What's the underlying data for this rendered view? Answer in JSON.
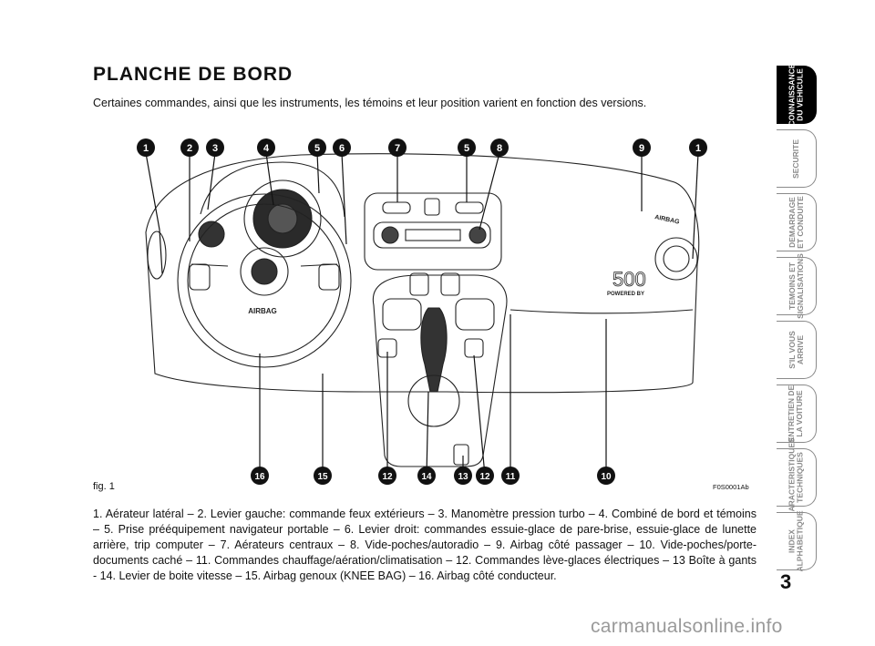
{
  "page": {
    "title": "PLANCHE DE BORD",
    "subtitle": "Certaines commandes, ainsi que les instruments, les témoins et leur position varient en fonction des versions.",
    "figure_label": "fig. 1",
    "figure_code": "F0S0001Ab",
    "caption": "1. Aérateur latéral – 2. Levier gauche: commande feux extérieurs – 3. Manomètre pression turbo – 4. Combiné de bord et témoins – 5. Prise prééquipement navigateur portable – 6. Levier droit: commandes essuie-glace de pare-brise, essuie-glace de lunette arrière, trip computer – 7. Aérateurs centraux – 8. Vide-poches/autoradio – 9. Airbag côté passager – 10. Vide-poches/porte-documents caché – 11. Commandes chauffage/aération/climatisation – 12. Commandes lève-glaces électriques – 13 Boîte à gants - 14. Levier de boite vitesse – 15. Airbag genoux (KNEE BAG) – 16. Airbag côté conducteur.",
    "page_number": "3"
  },
  "callouts": {
    "top": [
      "1",
      "2",
      "3",
      "4",
      "5",
      "6",
      "7",
      "5",
      "8",
      "9",
      "1"
    ],
    "bottom": [
      "16",
      "15",
      "12",
      "14",
      "13",
      "12",
      "11",
      "10"
    ]
  },
  "figure_text": {
    "airbag_wheel": "AIRBAG",
    "airbag_passenger": "AIRBAG",
    "logo_model": "500",
    "logo_powered": "POWERED BY"
  },
  "tabs": [
    {
      "label": "CONNAISSANCE\nDU VEHICULE",
      "active": true
    },
    {
      "label": "SECURITE",
      "active": false
    },
    {
      "label": "DEMARRAGE\nET CONDUITE",
      "active": false
    },
    {
      "label": "TEMOINS ET\nSIGNALISATIONS",
      "active": false
    },
    {
      "label": "S'IL VOUS\nARRIVE",
      "active": false
    },
    {
      "label": "ENTRETIEN DE\nLA VOITURE",
      "active": false
    },
    {
      "label": "CARACTERISTIQUES\nTECHNIQUES",
      "active": false
    },
    {
      "label": "INDEX\nALPHABETIQUE",
      "active": false
    }
  ],
  "watermark": "carmanualsonline.info"
}
